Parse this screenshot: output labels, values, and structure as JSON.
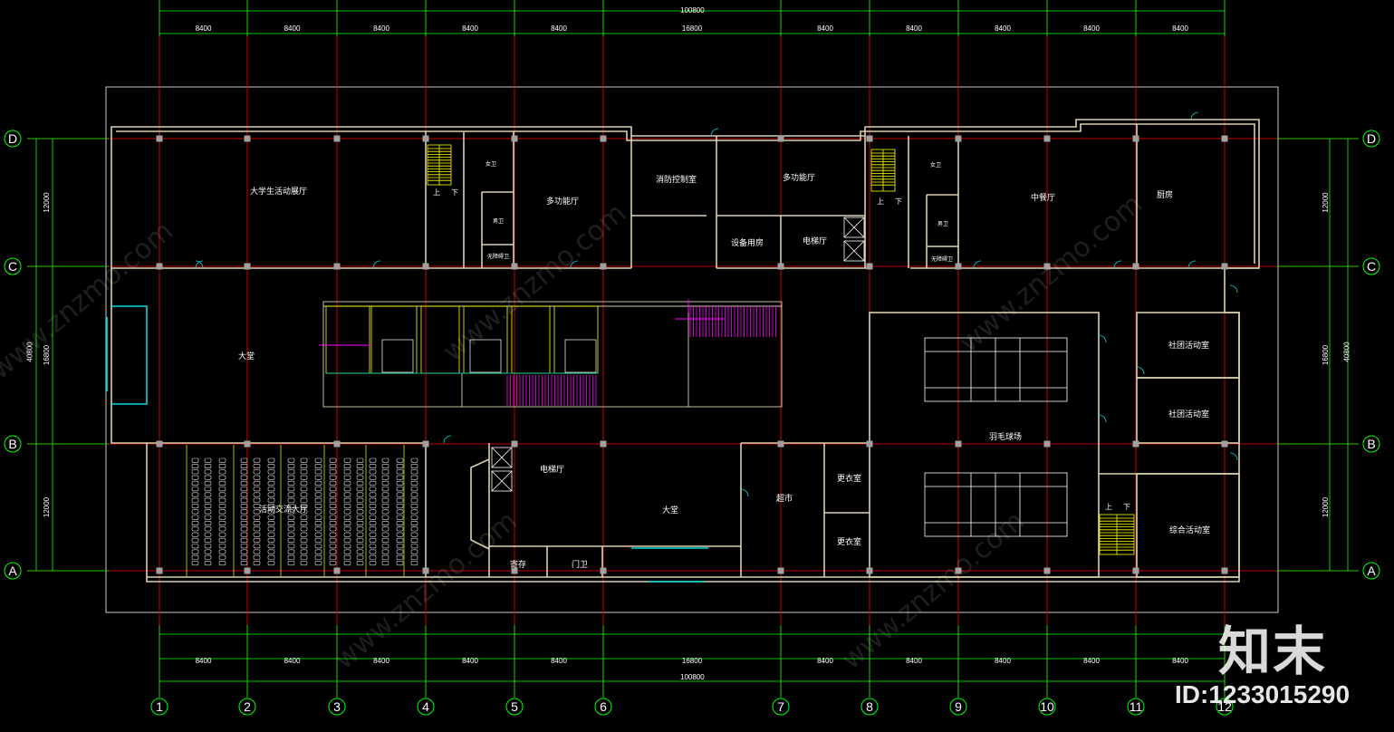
{
  "drawing": {
    "total_dimension": "100800",
    "top_bay_dims": [
      "8400",
      "8400",
      "8400",
      "8400",
      "8400",
      "16800",
      "8400",
      "8400",
      "8400",
      "8400",
      "8400"
    ],
    "bottom_bay_dims": [
      "8400",
      "8400",
      "8400",
      "8400",
      "8400",
      "16800",
      "8400",
      "8400",
      "8400",
      "8400",
      "8400"
    ],
    "row_dims_left": [
      "12000",
      "16800",
      "12000"
    ],
    "overall_height": "40800",
    "row_dims_right": [
      "12000",
      "16800",
      "12000"
    ],
    "column_axes": [
      "1",
      "2",
      "3",
      "4",
      "5",
      "6",
      "7",
      "8",
      "9",
      "10",
      "11",
      "12"
    ],
    "row_axes": [
      "D",
      "C",
      "B",
      "A"
    ],
    "colors": {
      "grid_axis": "#ff0000",
      "dimension": "#00ff00",
      "wall": "#d8d0b0",
      "door": "#00d8d8",
      "stair": "#ffff00",
      "ramp": "#ff00ff"
    }
  },
  "rooms": {
    "student_hall": "大学生活动展厅",
    "multi_hall_1": "多功能厅",
    "women_wc_1": "女卫",
    "men_wc_1": "男卫",
    "accessible_wc_1": "无障碍卫",
    "fire_control": "消防控制室",
    "multi_hall_2": "多功能厅",
    "equipment_room": "设备用房",
    "elevator_hall_top": "电梯厅",
    "women_wc_2": "女卫",
    "men_wc_2": "男卫",
    "accessible_wc_2": "无障碍卫",
    "chinese_restaurant": "中餐厅",
    "kitchen": "厨房",
    "lobby_west": "大堂",
    "club_room_1": "社团活动室",
    "club_room_2": "社团活动室",
    "badminton": "羽毛球场",
    "exchange_hall": "活动交流大厅",
    "elevator_hall_bottom": "电梯厅",
    "lobby_south": "大堂",
    "storage": "寄存",
    "guard": "门卫",
    "supermarket": "超市",
    "locker_1": "更衣室",
    "locker_2": "更衣室",
    "multi_activity": "综合活动室",
    "stair_up_1": "上",
    "stair_down_1": "下",
    "stair_up_2": "上",
    "stair_down_2": "下",
    "stair_up_3": "上",
    "stair_down_3": "下"
  },
  "watermark": {
    "brand": "知末",
    "id_label": "ID:1233015290"
  }
}
